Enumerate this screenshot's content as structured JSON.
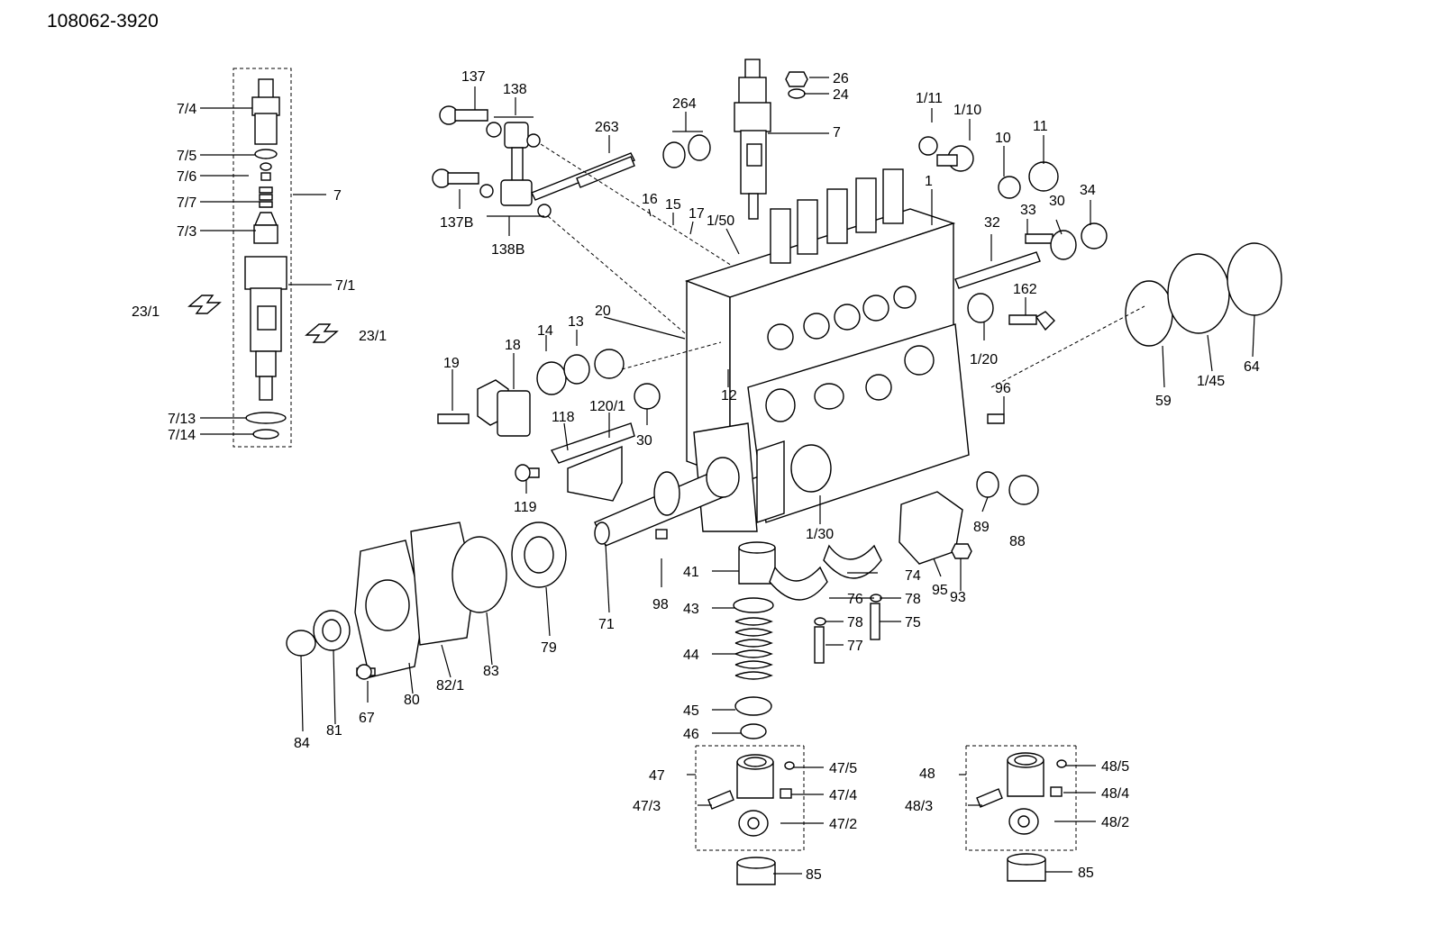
{
  "title": "108062-3920",
  "callouts": [
    "7/4",
    "7/5",
    "7/6",
    "7/7",
    "7/3",
    "7",
    "7/1",
    "23/1",
    "23/1",
    "7/13",
    "7/14",
    "137",
    "138",
    "264",
    "263",
    "137B",
    "138B",
    "26",
    "24",
    "7",
    "1/11",
    "1/10",
    "10",
    "11",
    "16",
    "15",
    "17",
    "1/50",
    "1",
    "30",
    "34",
    "33",
    "32",
    "20",
    "14",
    "13",
    "18",
    "19",
    "12",
    "162",
    "1/20",
    "96",
    "59",
    "1/45",
    "64",
    "118",
    "120/1",
    "30",
    "119",
    "1/30",
    "89",
    "88",
    "41",
    "98",
    "43",
    "44",
    "45",
    "46",
    "71",
    "79",
    "83",
    "82/1",
    "80",
    "67",
    "81",
    "84",
    "74",
    "76",
    "78",
    "78",
    "75",
    "77",
    "95",
    "93",
    "47",
    "47/5",
    "47/4",
    "47/3",
    "47/2",
    "85",
    "48",
    "48/5",
    "48/4",
    "48/3",
    "48/2",
    "85"
  ],
  "colors": {
    "line": "#000000",
    "background": "#ffffff"
  }
}
